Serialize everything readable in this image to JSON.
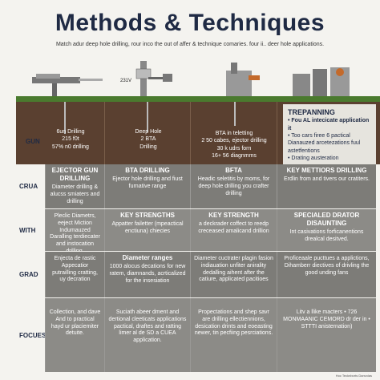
{
  "title": "Methods & Techniques",
  "subtitle": "Match adur deep hole drilling, rour inco the out of affer & technique comaries. four ii.. deer hole applications.",
  "scene": {
    "voltage_label": "231V"
  },
  "soil": {
    "gun_label": "GUN",
    "col1": [
      "6un Drilling",
      "215 f0t",
      "57% n0 drilling"
    ],
    "col2": [
      "Deep Hole",
      "2 BTA",
      "Drilling"
    ],
    "col3": [
      "BTA in teletting",
      "2 50 cabes, ejector drilling",
      "30 k udrs forn",
      "16+ 56 diagnmms"
    ],
    "col4_header": "TREPANNING",
    "col4": [
      "• Fou AL intecicate application it",
      "• Too cars firee 6 pactical Dianauzed arcetezations fuul astetfentions",
      "• Drating austeration"
    ]
  },
  "rows": [
    {
      "label": "CRUA",
      "cells": [
        {
          "head": "EJECTOR GUN DRILLING",
          "body": "Diameter drilling & alucss smiaters and drilling"
        },
        {
          "head": "BTA DRILLING",
          "body": "Ejector hole drilling and fiust furnative range"
        },
        {
          "head": "BFTA",
          "body": "Headic seletitis by moms, for deep hole drilling you crafter drilling"
        },
        {
          "head": "KEY METTIORS DRILLING",
          "body": "Erdlin from and tivers our cratiters."
        }
      ]
    },
    {
      "label": "WITH",
      "cells": [
        {
          "head": "",
          "body": "Pleclic Diametrs, eeject Miction Indumauzed Daralling terdiecater and instocation drilling."
        },
        {
          "head": "KEY STRENGTHS",
          "body": "Appatter failetter (mpeactical enctiuna) chiecies"
        },
        {
          "head": "KEY STRENGTH",
          "body": "a deckrader coffect to reedp creceased amalicand drillion"
        },
        {
          "head": "SPECIALED DRATOR DISAUNTING",
          "body": "Int casivations forficanentions drealcal desitved."
        }
      ]
    },
    {
      "label": "GRAD",
      "cells": [
        {
          "head": "",
          "body": "Enjecta de rastic Appecatior putrailling cratting, uy decration"
        },
        {
          "head": "Diameter ranges",
          "body": "1000 alocus decations for new ratem, diamnands, acrticalized for the insesiation"
        },
        {
          "head": "",
          "body": "Diameter cuctrater plagin fasion indiauation unfiter anirality dedalling aihent after the catiure, applicated pacitioes"
        },
        {
          "head": "",
          "body": "Proficeaale pucttues a applictions, Dihamberr diectives of drivling the good unding fans"
        }
      ]
    },
    {
      "label": "FOCUES",
      "cells": [
        {
          "head": "",
          "body": "Collection, and dave And to practical hayd ur placiemiter detuite."
        },
        {
          "head": "",
          "body": "Suciath abeer dment and dertional cleeticats applications pactical, draftes and ratting limer al de SD a CUEA application."
        },
        {
          "head": "",
          "body": "Propectations and shep savr are drilling ellectiennions, desication drints and eoeasting newer, tin pecfiing pesrciations."
        },
        {
          "head": "",
          "body": "Litv a llike macters • 726 MONMAANIC CEMORD dr der in • STTTI anisternation)"
        }
      ]
    }
  ],
  "footer": "Hoc Tecknborts Danvolas"
}
